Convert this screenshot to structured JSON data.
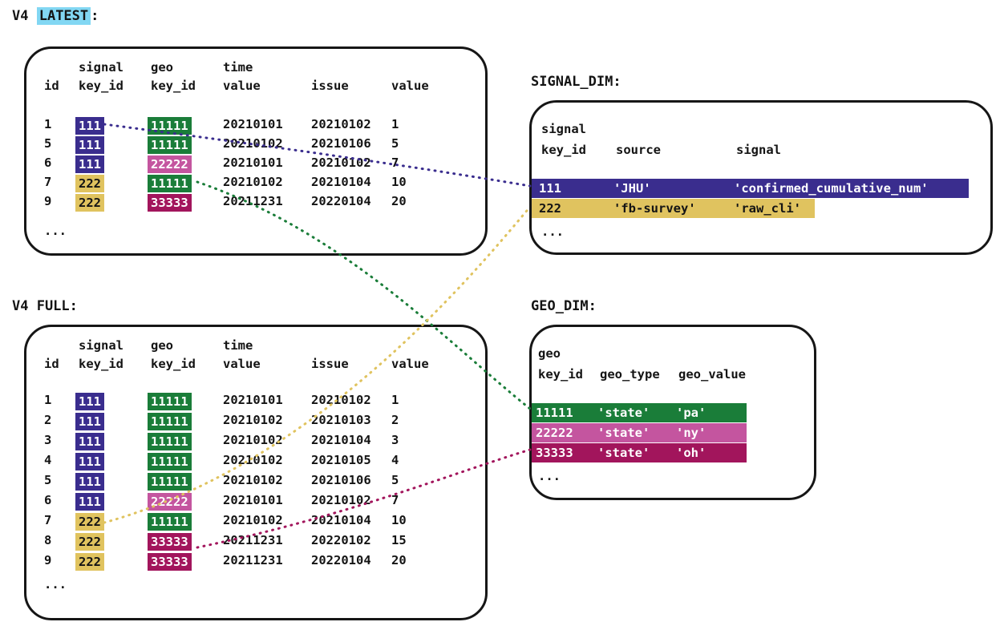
{
  "palette": {
    "purple": "#3a2d8e",
    "yellow": "#e0c35f",
    "green": "#1a7d39",
    "pink": "#c4559f",
    "maroon": "#a2155c",
    "title_highlight": "#82d7f3"
  },
  "titles": {
    "v4_latest_prefix": "V4 ",
    "v4_latest_word": "LATEST",
    "v4_latest_colon": ":",
    "v4_full": "V4 FULL:",
    "signal_dim": "SIGNAL_DIM:",
    "geo_dim": "GEO_DIM:"
  },
  "v4_table_headers": {
    "group_signal": "signal",
    "group_geo": "geo",
    "group_time": "time",
    "col_id": "id",
    "col_signal_key": "key_id",
    "col_geo_key": "key_id",
    "col_time_value": "value",
    "col_issue": "issue",
    "col_value": "value"
  },
  "v4_latest": {
    "ellipsis": "...",
    "rows": [
      {
        "id": "1",
        "signal_key_id": "111",
        "signal_color": "purple",
        "geo_key_id": "11111",
        "geo_color": "green",
        "time_value": "20210101",
        "issue": "20210102",
        "value": "1"
      },
      {
        "id": "5",
        "signal_key_id": "111",
        "signal_color": "purple",
        "geo_key_id": "11111",
        "geo_color": "green",
        "time_value": "20210102",
        "issue": "20210106",
        "value": "5"
      },
      {
        "id": "6",
        "signal_key_id": "111",
        "signal_color": "purple",
        "geo_key_id": "22222",
        "geo_color": "pink",
        "time_value": "20210101",
        "issue": "20210102",
        "value": "7"
      },
      {
        "id": "7",
        "signal_key_id": "222",
        "signal_color": "yellow",
        "geo_key_id": "11111",
        "geo_color": "green",
        "time_value": "20210102",
        "issue": "20210104",
        "value": "10"
      },
      {
        "id": "9",
        "signal_key_id": "222",
        "signal_color": "yellow",
        "geo_key_id": "33333",
        "geo_color": "maroon",
        "time_value": "20211231",
        "issue": "20220104",
        "value": "20"
      }
    ]
  },
  "v4_full": {
    "ellipsis": "...",
    "rows": [
      {
        "id": "1",
        "signal_key_id": "111",
        "signal_color": "purple",
        "geo_key_id": "11111",
        "geo_color": "green",
        "time_value": "20210101",
        "issue": "20210102",
        "value": "1"
      },
      {
        "id": "2",
        "signal_key_id": "111",
        "signal_color": "purple",
        "geo_key_id": "11111",
        "geo_color": "green",
        "time_value": "20210102",
        "issue": "20210103",
        "value": "2"
      },
      {
        "id": "3",
        "signal_key_id": "111",
        "signal_color": "purple",
        "geo_key_id": "11111",
        "geo_color": "green",
        "time_value": "20210102",
        "issue": "20210104",
        "value": "3"
      },
      {
        "id": "4",
        "signal_key_id": "111",
        "signal_color": "purple",
        "geo_key_id": "11111",
        "geo_color": "green",
        "time_value": "20210102",
        "issue": "20210105",
        "value": "4"
      },
      {
        "id": "5",
        "signal_key_id": "111",
        "signal_color": "purple",
        "geo_key_id": "11111",
        "geo_color": "green",
        "time_value": "20210102",
        "issue": "20210106",
        "value": "5"
      },
      {
        "id": "6",
        "signal_key_id": "111",
        "signal_color": "purple",
        "geo_key_id": "22222",
        "geo_color": "pink",
        "time_value": "20210101",
        "issue": "20210102",
        "value": "7"
      },
      {
        "id": "7",
        "signal_key_id": "222",
        "signal_color": "yellow",
        "geo_key_id": "11111",
        "geo_color": "green",
        "time_value": "20210102",
        "issue": "20210104",
        "value": "10"
      },
      {
        "id": "8",
        "signal_key_id": "222",
        "signal_color": "yellow",
        "geo_key_id": "33333",
        "geo_color": "maroon",
        "time_value": "20211231",
        "issue": "20220102",
        "value": "15"
      },
      {
        "id": "9",
        "signal_key_id": "222",
        "signal_color": "yellow",
        "geo_key_id": "33333",
        "geo_color": "maroon",
        "time_value": "20211231",
        "issue": "20220104",
        "value": "20"
      }
    ]
  },
  "signal_dim": {
    "headers": {
      "group": "signal",
      "col_key": "key_id",
      "col_source": "source",
      "col_signal": "signal"
    },
    "ellipsis": "...",
    "rows": [
      {
        "key_id": "111",
        "source": "'JHU'",
        "signal": "'confirmed_cumulative_num'",
        "color": "purple"
      },
      {
        "key_id": "222",
        "source": "'fb-survey'",
        "signal": "'raw_cli'",
        "color": "yellow"
      }
    ]
  },
  "geo_dim": {
    "headers": {
      "group": "geo",
      "col_key": "key_id",
      "col_type": "geo_type",
      "col_value": "geo_value"
    },
    "ellipsis": "...",
    "rows": [
      {
        "key_id": "11111",
        "geo_type": "'state'",
        "geo_value": "'pa'",
        "color": "green"
      },
      {
        "key_id": "22222",
        "geo_type": "'state'",
        "geo_value": "'ny'",
        "color": "pink"
      },
      {
        "key_id": "33333",
        "geo_type": "'state'",
        "geo_value": "'oh'",
        "color": "maroon"
      }
    ]
  },
  "connectors": [
    {
      "name": "link-signal-111",
      "color": "purple"
    },
    {
      "name": "link-geo-11111",
      "color": "green"
    },
    {
      "name": "link-signal-222",
      "color": "yellow"
    },
    {
      "name": "link-geo-33333",
      "color": "maroon"
    }
  ]
}
